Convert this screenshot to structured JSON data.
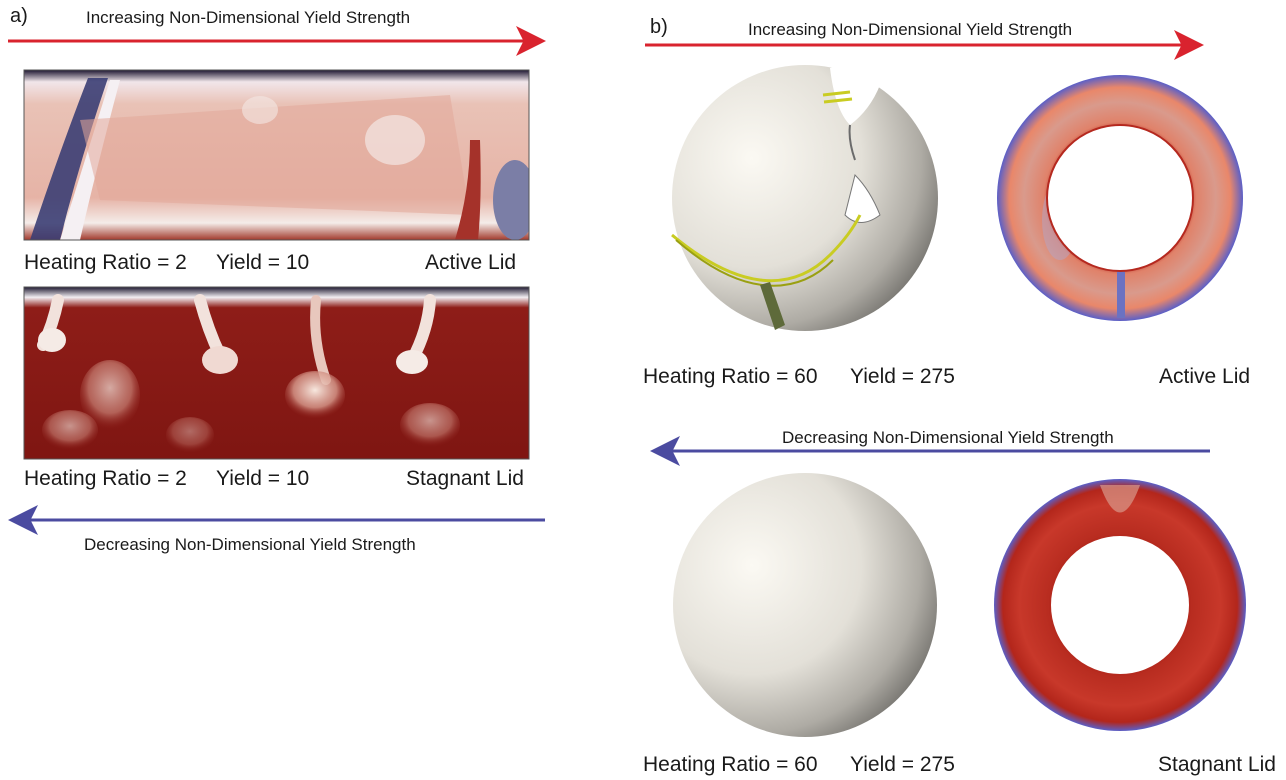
{
  "panel_a": {
    "label": "a)",
    "top_arrow_text": "Increasing Non-Dimensional Yield Strength",
    "bottom_arrow_text": "Decreasing Non-Dimensional Yield Strength",
    "active": {
      "heating": "Heating Ratio = 2",
      "yield": "Yield = 10",
      "regime": "Active Lid"
    },
    "stagnant": {
      "heating": "Heating Ratio = 2",
      "yield": "Yield = 10",
      "regime": "Stagnant Lid"
    }
  },
  "panel_b": {
    "label": "b)",
    "top_arrow_text": "Increasing Non-Dimensional Yield Strength",
    "middle_arrow_text": "Decreasing Non-Dimensional Yield Strength",
    "active": {
      "heating": "Heating Ratio = 60",
      "yield": "Yield = 275",
      "regime": "Active Lid"
    },
    "stagnant": {
      "heating": "Heating Ratio = 60",
      "yield": "Yield = 275",
      "regime": "Stagnant Lid"
    }
  },
  "colors": {
    "increase_arrow": "#d9232e",
    "decrease_arrow": "#4b4ba0",
    "hot_red": "#8c1a16",
    "warm_pink": "#e8b8ae",
    "cold_blue": "#3c3f7a",
    "shell_outline": "#5a5fc8"
  }
}
